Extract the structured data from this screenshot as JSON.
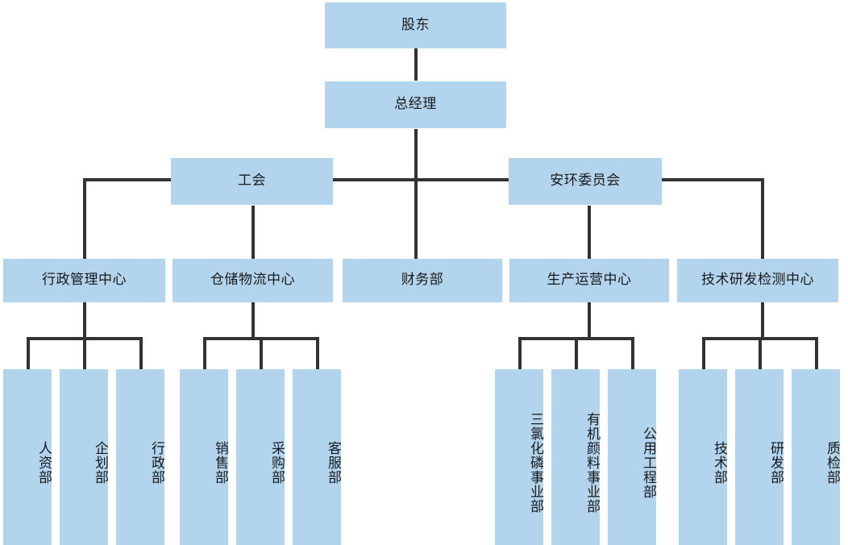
{
  "chart_data": {
    "type": "diagram",
    "title": "",
    "orientation": "top-down",
    "node_fill": "#b2d4ec",
    "connector_color": "#333333",
    "text_color": "#1a1a1a",
    "levels": [
      {
        "level": 0,
        "nodes": [
          "股东"
        ]
      },
      {
        "level": 1,
        "nodes": [
          "总经理"
        ]
      },
      {
        "level": 2,
        "nodes": [
          "工会",
          "安环委员会"
        ]
      },
      {
        "level": 3,
        "nodes": [
          "行政管理中心",
          "仓储物流中心",
          "财务部",
          "生产运营中心",
          "技术研发检测中心"
        ]
      },
      {
        "level": 4,
        "nodes": [
          "人资部",
          "企划部",
          "行政部",
          "销售部",
          "采购部",
          "客服部",
          "三氯化磷事业部",
          "有机颜料事业部",
          "公用工程部",
          "技术部",
          "研发部",
          "质检部"
        ]
      }
    ],
    "edges": [
      {
        "from": "股东",
        "to": "总经理"
      },
      {
        "from": "总经理",
        "to": "工会"
      },
      {
        "from": "总经理",
        "to": "安环委员会"
      },
      {
        "from": "总经理",
        "to": "财务部"
      },
      {
        "from": "工会",
        "to": "行政管理中心"
      },
      {
        "from": "工会",
        "to": "仓储物流中心"
      },
      {
        "from": "安环委员会",
        "to": "生产运营中心"
      },
      {
        "from": "安环委员会",
        "to": "技术研发检测中心"
      },
      {
        "from": "行政管理中心",
        "to": "人资部"
      },
      {
        "from": "行政管理中心",
        "to": "企划部"
      },
      {
        "from": "行政管理中心",
        "to": "行政部"
      },
      {
        "from": "仓储物流中心",
        "to": "销售部"
      },
      {
        "from": "仓储物流中心",
        "to": "采购部"
      },
      {
        "from": "仓储物流中心",
        "to": "客服部"
      },
      {
        "from": "生产运营中心",
        "to": "三氯化磷事业部"
      },
      {
        "from": "生产运营中心",
        "to": "有机颜料事业部"
      },
      {
        "from": "生产运营中心",
        "to": "公用工程部"
      },
      {
        "from": "技术研发检测中心",
        "to": "技术部"
      },
      {
        "from": "技术研发检测中心",
        "to": "研发部"
      },
      {
        "from": "技术研发检测中心",
        "to": "质检部"
      }
    ]
  },
  "nodes": {
    "shareholders": "股东",
    "general_manager": "总经理",
    "labor_union": "工会",
    "safety_env_committee": "安环委员会",
    "admin_mgmt_center": "行政管理中心",
    "warehouse_logistics_center": "仓储物流中心",
    "finance_dept": "财务部",
    "production_operations_center": "生产运营中心",
    "tech_rd_testing_center": "技术研发检测中心",
    "hr_dept": "人资部",
    "planning_dept": "企划部",
    "administration_dept": "行政部",
    "sales_dept": "销售部",
    "purchasing_dept": "采购部",
    "customer_service_dept": "客服部",
    "pcl3_division": "三氯化磷事业部",
    "organic_pigment_division": "有机颜料事业部",
    "utility_engineering_dept": "公用工程部",
    "technology_dept": "技术部",
    "rd_dept": "研发部",
    "quality_inspection_dept": "质检部"
  }
}
